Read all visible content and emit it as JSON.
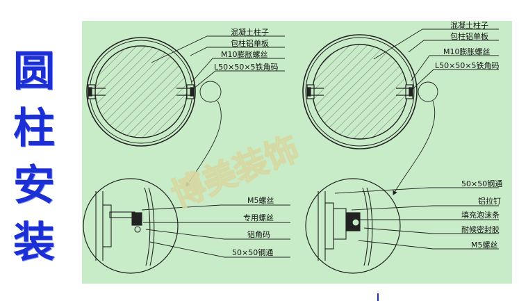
{
  "side_title": [
    "圆",
    "柱",
    "安",
    "装"
  ],
  "watermark": "博美装饰",
  "colors": {
    "title_blue": "#1c2fd4",
    "panel_green": "#c8ecc8",
    "line": "#222222",
    "watermark": "#d8d8a0"
  },
  "left_detail": {
    "section_labels": [
      "混凝土柱子",
      "包柱铝单板",
      "M10膨胀螺丝",
      "L50×50×5铁角码"
    ],
    "enlarged_labels": [
      "M5螺丝",
      "专用螺丝",
      "铝角码",
      "50×50钢通"
    ]
  },
  "right_detail": {
    "section_labels": [
      "混凝土柱子",
      "包柱铝单板",
      "M10膨胀螺丝",
      "L50×50×5铁角码"
    ],
    "enlarged_labels": [
      "50×50钢通",
      "铝拉钉",
      "填充泡沫条",
      "耐候密封胶",
      "M5螺丝"
    ]
  }
}
